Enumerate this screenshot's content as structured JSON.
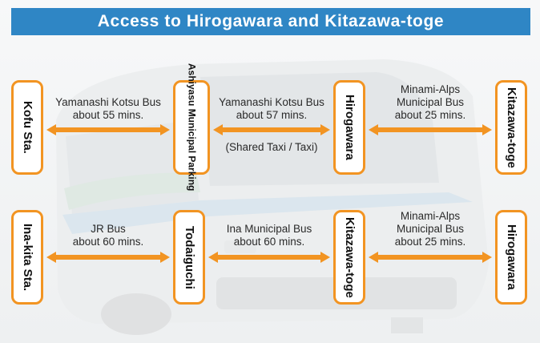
{
  "title": "Access to Hirogawara and Kitazawa-toge",
  "colors": {
    "title_bg": "#2f86c5",
    "accent": "#f29422"
  },
  "rows": [
    {
      "stops": [
        "Kofu Sta.",
        "Ashiyasu Municipal Parking",
        "Hirogawara",
        "Kitazawa-toge"
      ],
      "legs": [
        {
          "line1": "Yamanashi Kotsu Bus",
          "line2": "about 55 mins."
        },
        {
          "line1": "Yamanashi Kotsu Bus",
          "line2": "about 57 mins.",
          "note": "(Shared Taxi / Taxi)"
        },
        {
          "line0": "Minami-Alps",
          "line1": "Municipal Bus",
          "line2": "about 25 mins."
        }
      ]
    },
    {
      "stops": [
        "Ina-kita Sta.",
        "Todaiguchi",
        "Kitazawa-toge",
        "Hirogawara"
      ],
      "legs": [
        {
          "line1": "JR Bus",
          "line2": "about 60 mins."
        },
        {
          "line1": "Ina Municipal Bus",
          "line2": "about 60 mins."
        },
        {
          "line0": "Minami-Alps",
          "line1": "Municipal Bus",
          "line2": "about 25 mins."
        }
      ]
    }
  ]
}
